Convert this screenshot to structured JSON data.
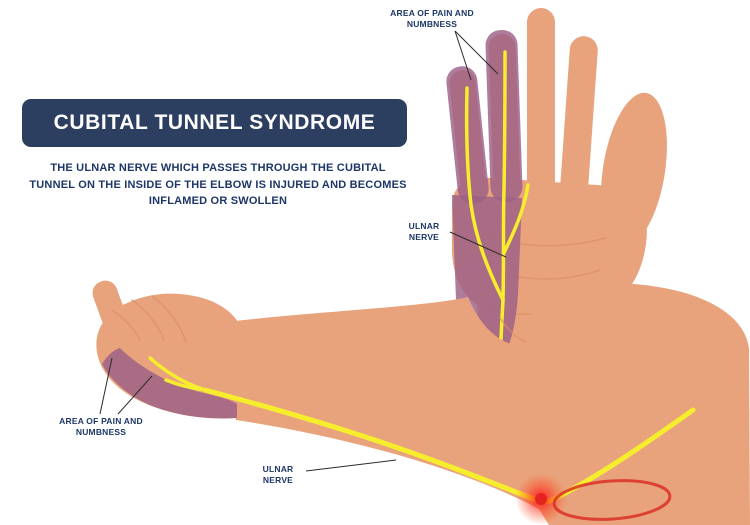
{
  "header": {
    "title": "CUBITAL TUNNEL SYNDROME",
    "description": "THE ULNAR NERVE WHICH PASSES THROUGH THE CUBITAL TUNNEL ON THE INSIDE OF THE ELBOW IS INJURED AND BECOMES INFLAMED OR SWOLLEN"
  },
  "annotations": {
    "hand_pain_label": "AREA OF PAIN AND NUMBNESS",
    "hand_nerve_label": "ULNAR NERVE",
    "arm_pain_label": "AREA OF PAIN AND NUMBNESS",
    "arm_nerve_label": "ULNAR NERVE"
  },
  "colors": {
    "background": "#ffffff",
    "title_bg": "#2d3f60",
    "text_navy": "#1d3668",
    "skin": "#e9a37c",
    "skin_shadow": "#d88f68",
    "pain_area": "#9c5f86",
    "nerve_yellow": "#f6ee2d",
    "inflammation_red": "#e02020",
    "annotation_red": "#d93025",
    "pointer_line": "#2b2b2b"
  }
}
